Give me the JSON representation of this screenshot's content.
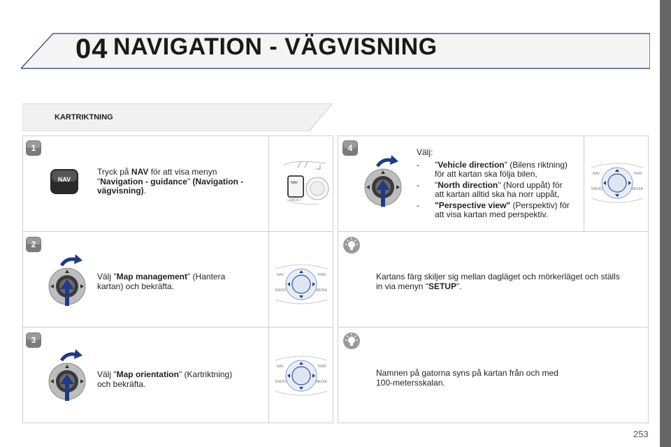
{
  "header": {
    "chapter_number": "04",
    "chapter_title": "NAVIGATION - VÄGVISNING"
  },
  "section": {
    "title": "KARTRIKTNING"
  },
  "steps": [
    {
      "number": "1",
      "button_label": "NAV",
      "text_prefix": "Tryck på ",
      "text_bold1": "NAV",
      "text_mid": " för att visa menyn",
      "quote_open": "\"",
      "text_bold2": "Navigation - guidance",
      "quote_close": "\"",
      "text_bold3": " (Navigation -",
      "text_bold4": "vägvisning)",
      "text_end": "."
    },
    {
      "number": "2",
      "text_prefix": "Välj \"",
      "text_bold": "Map management",
      "text_suffix": "\" (Hantera",
      "text_line2": "kartan) och bekräfta."
    },
    {
      "number": "3",
      "text_prefix": "Välj \"",
      "text_bold": "Map orientation",
      "text_suffix": "\" (Kartriktning)",
      "text_line2": "och bekräfta."
    },
    {
      "number": "4",
      "intro": "Välj:",
      "options": [
        {
          "dash": "-",
          "quote_open": "\"",
          "bold": "Vehicle direction",
          "rest_line1": "\" (Bilens riktning)",
          "rest_line2": "för att kartan ska följa bilen,"
        },
        {
          "dash": "-",
          "quote_open": "\"",
          "bold": "North direction",
          "rest_line1": "\" (Nord uppåt) för",
          "rest_line2": "att kartan alltid ska ha norr uppåt,"
        },
        {
          "dash": "-",
          "quote_open": "",
          "bold": "\"Perspective view\"",
          "rest_line1": " (Perspektiv) för",
          "rest_line2": "att visa kartan med perspektiv."
        }
      ]
    }
  ],
  "tips": [
    {
      "line1": "Kartans färg skiljer sig mellan dagläget och mörkerläget och ställs",
      "line2_prefix": "in via menyn \"",
      "line2_bold": "SETUP",
      "line2_suffix": "\"."
    },
    {
      "line1": "Namnen på gatorna syns på kartan från och med",
      "line2": "100-metersskalan."
    }
  ],
  "control_labels": {
    "nav": "NAV",
    "traf": "TRAF",
    "radio": "RADIO",
    "media": "MEDIA"
  },
  "page_number": "253",
  "colors": {
    "badge": "#7a7a7a",
    "header_line": "#1f3a6b",
    "accent_blue": "#1f3a8a",
    "sidebar": "#666666"
  },
  "icons": {
    "step_badge": "numbered-square-icon",
    "rotate_push": "rotary-knob-rotate-push-icon",
    "nav_button": "nav-button-icon",
    "tip": "lightbulb-tip-icon"
  }
}
